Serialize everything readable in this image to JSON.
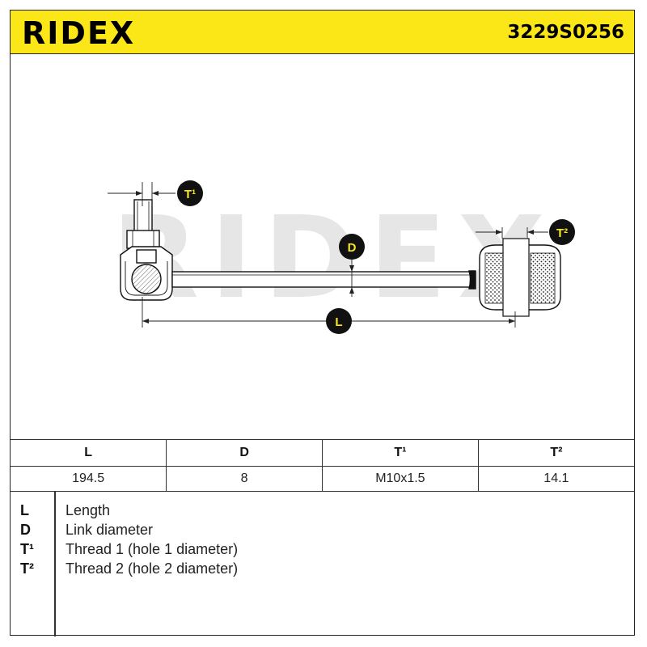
{
  "header": {
    "brand": "RIDEX",
    "part_number": "3229S0256"
  },
  "drawing": {
    "watermark": "RIDEX",
    "labels": {
      "t1": "T¹",
      "t2": "T²",
      "d": "D",
      "l": "L"
    }
  },
  "specs": {
    "headers": [
      "L",
      "D",
      "T¹",
      "T²"
    ],
    "values": [
      "194.5",
      "8",
      "M10x1.5",
      "14.1"
    ]
  },
  "legend": [
    {
      "key": "L",
      "text": "Length"
    },
    {
      "key": "D",
      "text": "Link diameter"
    },
    {
      "key": "T¹",
      "text": "Thread 1 (hole 1 diameter)"
    },
    {
      "key": "T²",
      "text": "Thread 2 (hole 2 diameter)"
    }
  ],
  "colors": {
    "brand_yellow": "#fbe617",
    "watermark": "#e6e6e6",
    "badge": "#111111"
  }
}
